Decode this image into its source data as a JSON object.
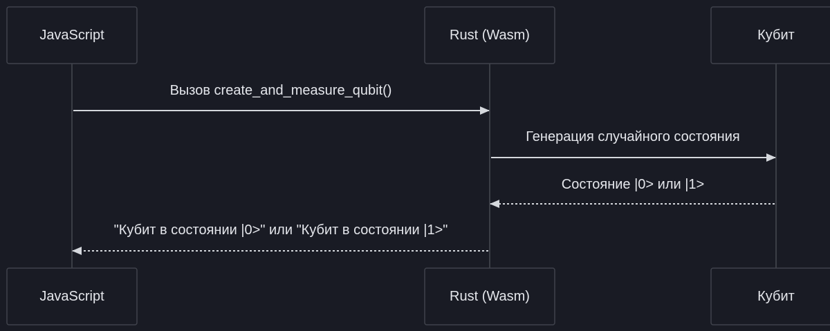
{
  "colors": {
    "background": "#191b24",
    "box_stroke": "#40434c",
    "lifeline": "#3b3e46",
    "text": "#e4e6eb",
    "arrow": "#d5d8dd"
  },
  "participants": [
    {
      "id": "js",
      "label": "JavaScript"
    },
    {
      "id": "rust",
      "label": "Rust (Wasm)"
    },
    {
      "id": "qubit",
      "label": "Кубит"
    }
  ],
  "messages": [
    {
      "from": "js",
      "to": "rust",
      "label": "Вызов create_and_measure_qubit()",
      "style": "solid"
    },
    {
      "from": "rust",
      "to": "qubit",
      "label": "Генерация случайного состояния",
      "style": "solid"
    },
    {
      "from": "qubit",
      "to": "rust",
      "label": "Состояние |0> или |1>",
      "style": "dashed"
    },
    {
      "from": "rust",
      "to": "js",
      "label": "\"Кубит в состоянии |0>\" или \"Кубит в состоянии |1>\"",
      "style": "dashed"
    }
  ]
}
